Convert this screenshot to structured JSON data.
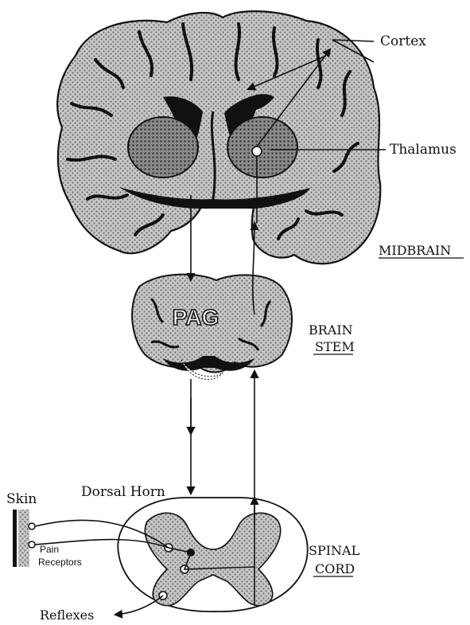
{
  "labels": {
    "cortex": "Cortex",
    "thalamus": "Thalamus",
    "midbrain": "MIDBRAIN",
    "pag": "PAG",
    "brain_stem_line1": "BRAIN",
    "brain_stem_line2": "STEM",
    "skin": "Skin",
    "dorsal_horn": "Dorsal Horn",
    "pain_receptors_line1": "Pain",
    "pain_receptors_line2": "Receptors",
    "spinal_cord_line1": "SPINAL",
    "spinal_cord_line2": "CORD",
    "reflexes": "Reflexes"
  },
  "colors": {
    "ink": "#111111",
    "stipple": "#9a9a9a",
    "dark_fill": "#5a5a5a",
    "background": "#ffffff"
  }
}
